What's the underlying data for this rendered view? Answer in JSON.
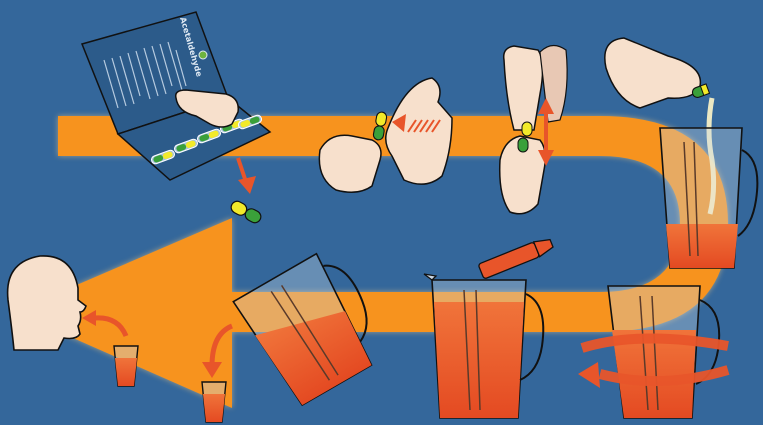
{
  "colors": {
    "background": "#34679b",
    "arrow": "#f7931e",
    "arrow_glow": "#ffd27a",
    "juice": "#e8552a",
    "skin": "#f7e0cc",
    "outline": "#1a1a1a",
    "capsule_green": "#3aa03a",
    "capsule_yellow": "#f2ea2a",
    "package": "#2c5b8a",
    "package_text": "#dfe9f3",
    "motion_arrow": "#e8552a"
  },
  "package": {
    "title": "Acetaldehyde"
  },
  "steps": [
    {
      "id": 1,
      "icon": "blister-pack-icon"
    },
    {
      "id": 2,
      "icon": "capsule-twist-icon"
    },
    {
      "id": 3,
      "icon": "capsule-open-icon"
    },
    {
      "id": 4,
      "icon": "powder-pour-icon"
    },
    {
      "id": 5,
      "icon": "jug-stir-icon"
    },
    {
      "id": 6,
      "icon": "bottle-add-icon"
    },
    {
      "id": 7,
      "icon": "jug-tip-icon"
    },
    {
      "id": 8,
      "icon": "cup-filled-icon"
    },
    {
      "id": 9,
      "icon": "drinking-person-icon"
    }
  ]
}
